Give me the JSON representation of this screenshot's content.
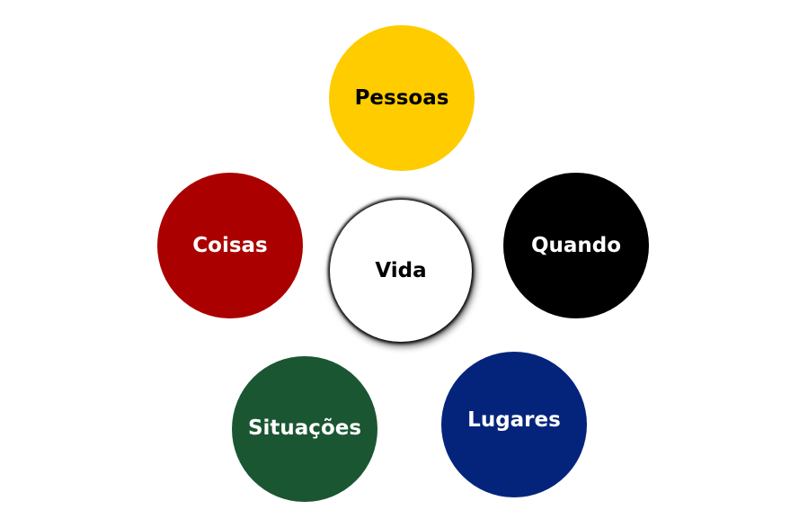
{
  "nodes": [
    {
      "id": "pessoas",
      "label": "Pessoas",
      "color": "#ffcc00",
      "text_color": "#000000"
    },
    {
      "id": "coisas",
      "label": "Coisas",
      "color": "#aa0000",
      "text_color": "#ffffff"
    },
    {
      "id": "quando",
      "label": "Quando",
      "color": "#000000",
      "text_color": "#ffffff"
    },
    {
      "id": "vida",
      "label": "Vida",
      "color": "#ffffff",
      "text_color": "#000000"
    },
    {
      "id": "situacoes",
      "label": "Situações",
      "color": "#1a5632",
      "text_color": "#ffffff"
    },
    {
      "id": "lugares",
      "label": "Lugares",
      "color": "#04247c",
      "text_color": "#ffffff"
    }
  ]
}
